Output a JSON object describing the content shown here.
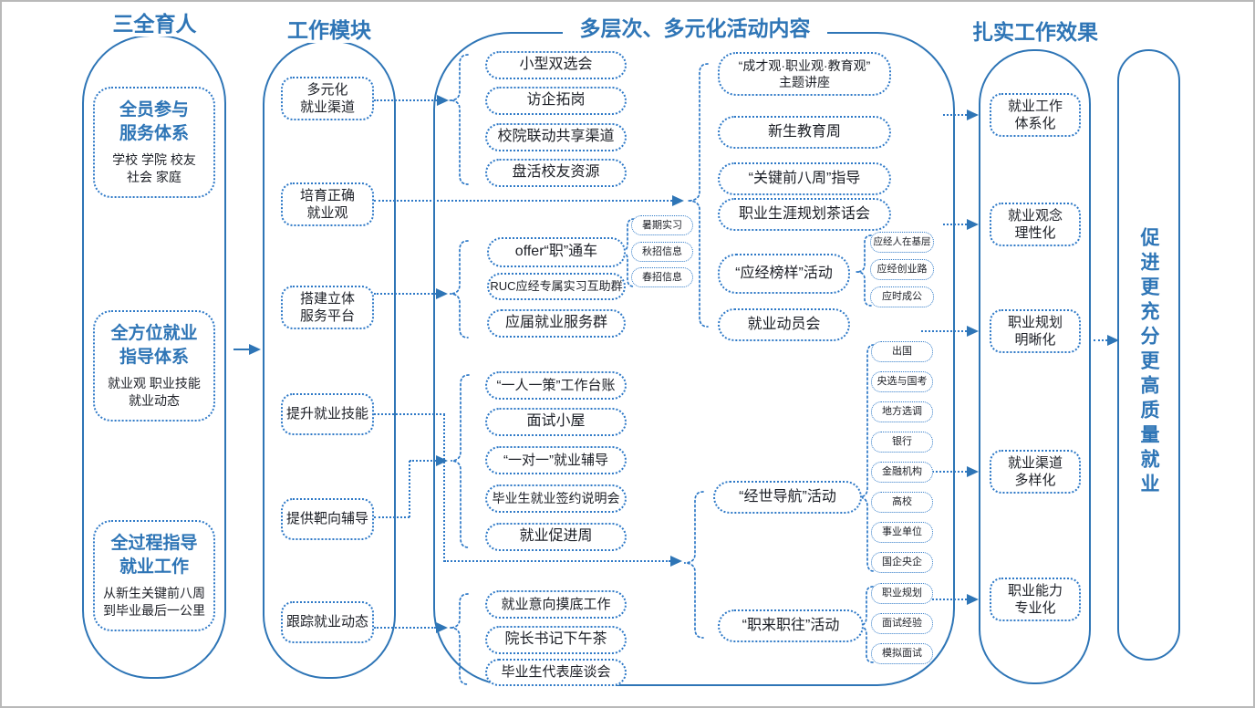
{
  "colors": {
    "accent_blue": "#2e75b6",
    "dotted_blue": "#2e79c7",
    "ink": "#1c1f26"
  },
  "headers": {
    "col1": "三全育人",
    "col2": "工作模块",
    "col3": "多层次、多元化活动内容",
    "col4": "扎实工作效果"
  },
  "sanquan": [
    {
      "title": "全员参与\n服务体系",
      "sub": "学校 学院 校友\n社会 家庭"
    },
    {
      "title": "全方位就业\n指导体系",
      "sub": "就业观 职业技能\n就业动态"
    },
    {
      "title": "全过程指导\n就业工作",
      "sub": "从新生关键前八周\n到毕业最后一公里"
    }
  ],
  "modules": [
    "多元化\n就业渠道",
    "培育正确\n就业观",
    "搭建立体\n服务平台",
    "提升就业技能",
    "提供靶向辅导",
    "跟踪就业动态"
  ],
  "channels": [
    "小型双选会",
    "访企拓岗",
    "校院联动共享渠道",
    "盘活校友资源"
  ],
  "platform": [
    "offer“职”通车",
    "RUC应经专属实习互助群",
    "应届就业服务群"
  ],
  "recruit": [
    "暑期实习",
    "秋招信息",
    "春招信息"
  ],
  "skills": [
    "“一人一策”工作台账",
    "面试小屋",
    "“一对一”就业辅导",
    "毕业生就业签约说明会",
    "就业促进周"
  ],
  "tracking": [
    "就业意向摸底工作",
    "院长书记下午茶",
    "毕业生代表座谈会"
  ],
  "mindset": [
    "“成才观·职业观·教育观”\n主题讲座",
    "新生教育周",
    "“关键前八周”指导",
    "职业生涯规划茶话会",
    "“应经榜样”活动",
    "就业动员会"
  ],
  "rolemodels": [
    "应经人在基层",
    "应经创业路",
    "应时成公"
  ],
  "nav_activity": "“经世导航”活动",
  "sectors": [
    "出国",
    "央选与国考",
    "地方选调",
    "银行",
    "金融机构",
    "高校",
    "事业单位",
    "国企央企"
  ],
  "zhilai_activity": "“职来职往”活动",
  "topics": [
    "职业规划",
    "面试经验",
    "模拟面试"
  ],
  "effects": [
    "就业工作\n体系化",
    "就业观念\n理性化",
    "职业规划\n明晰化",
    "就业渠道\n多样化",
    "职业能力\n专业化"
  ],
  "goal": "促进更充分更高质量就业"
}
